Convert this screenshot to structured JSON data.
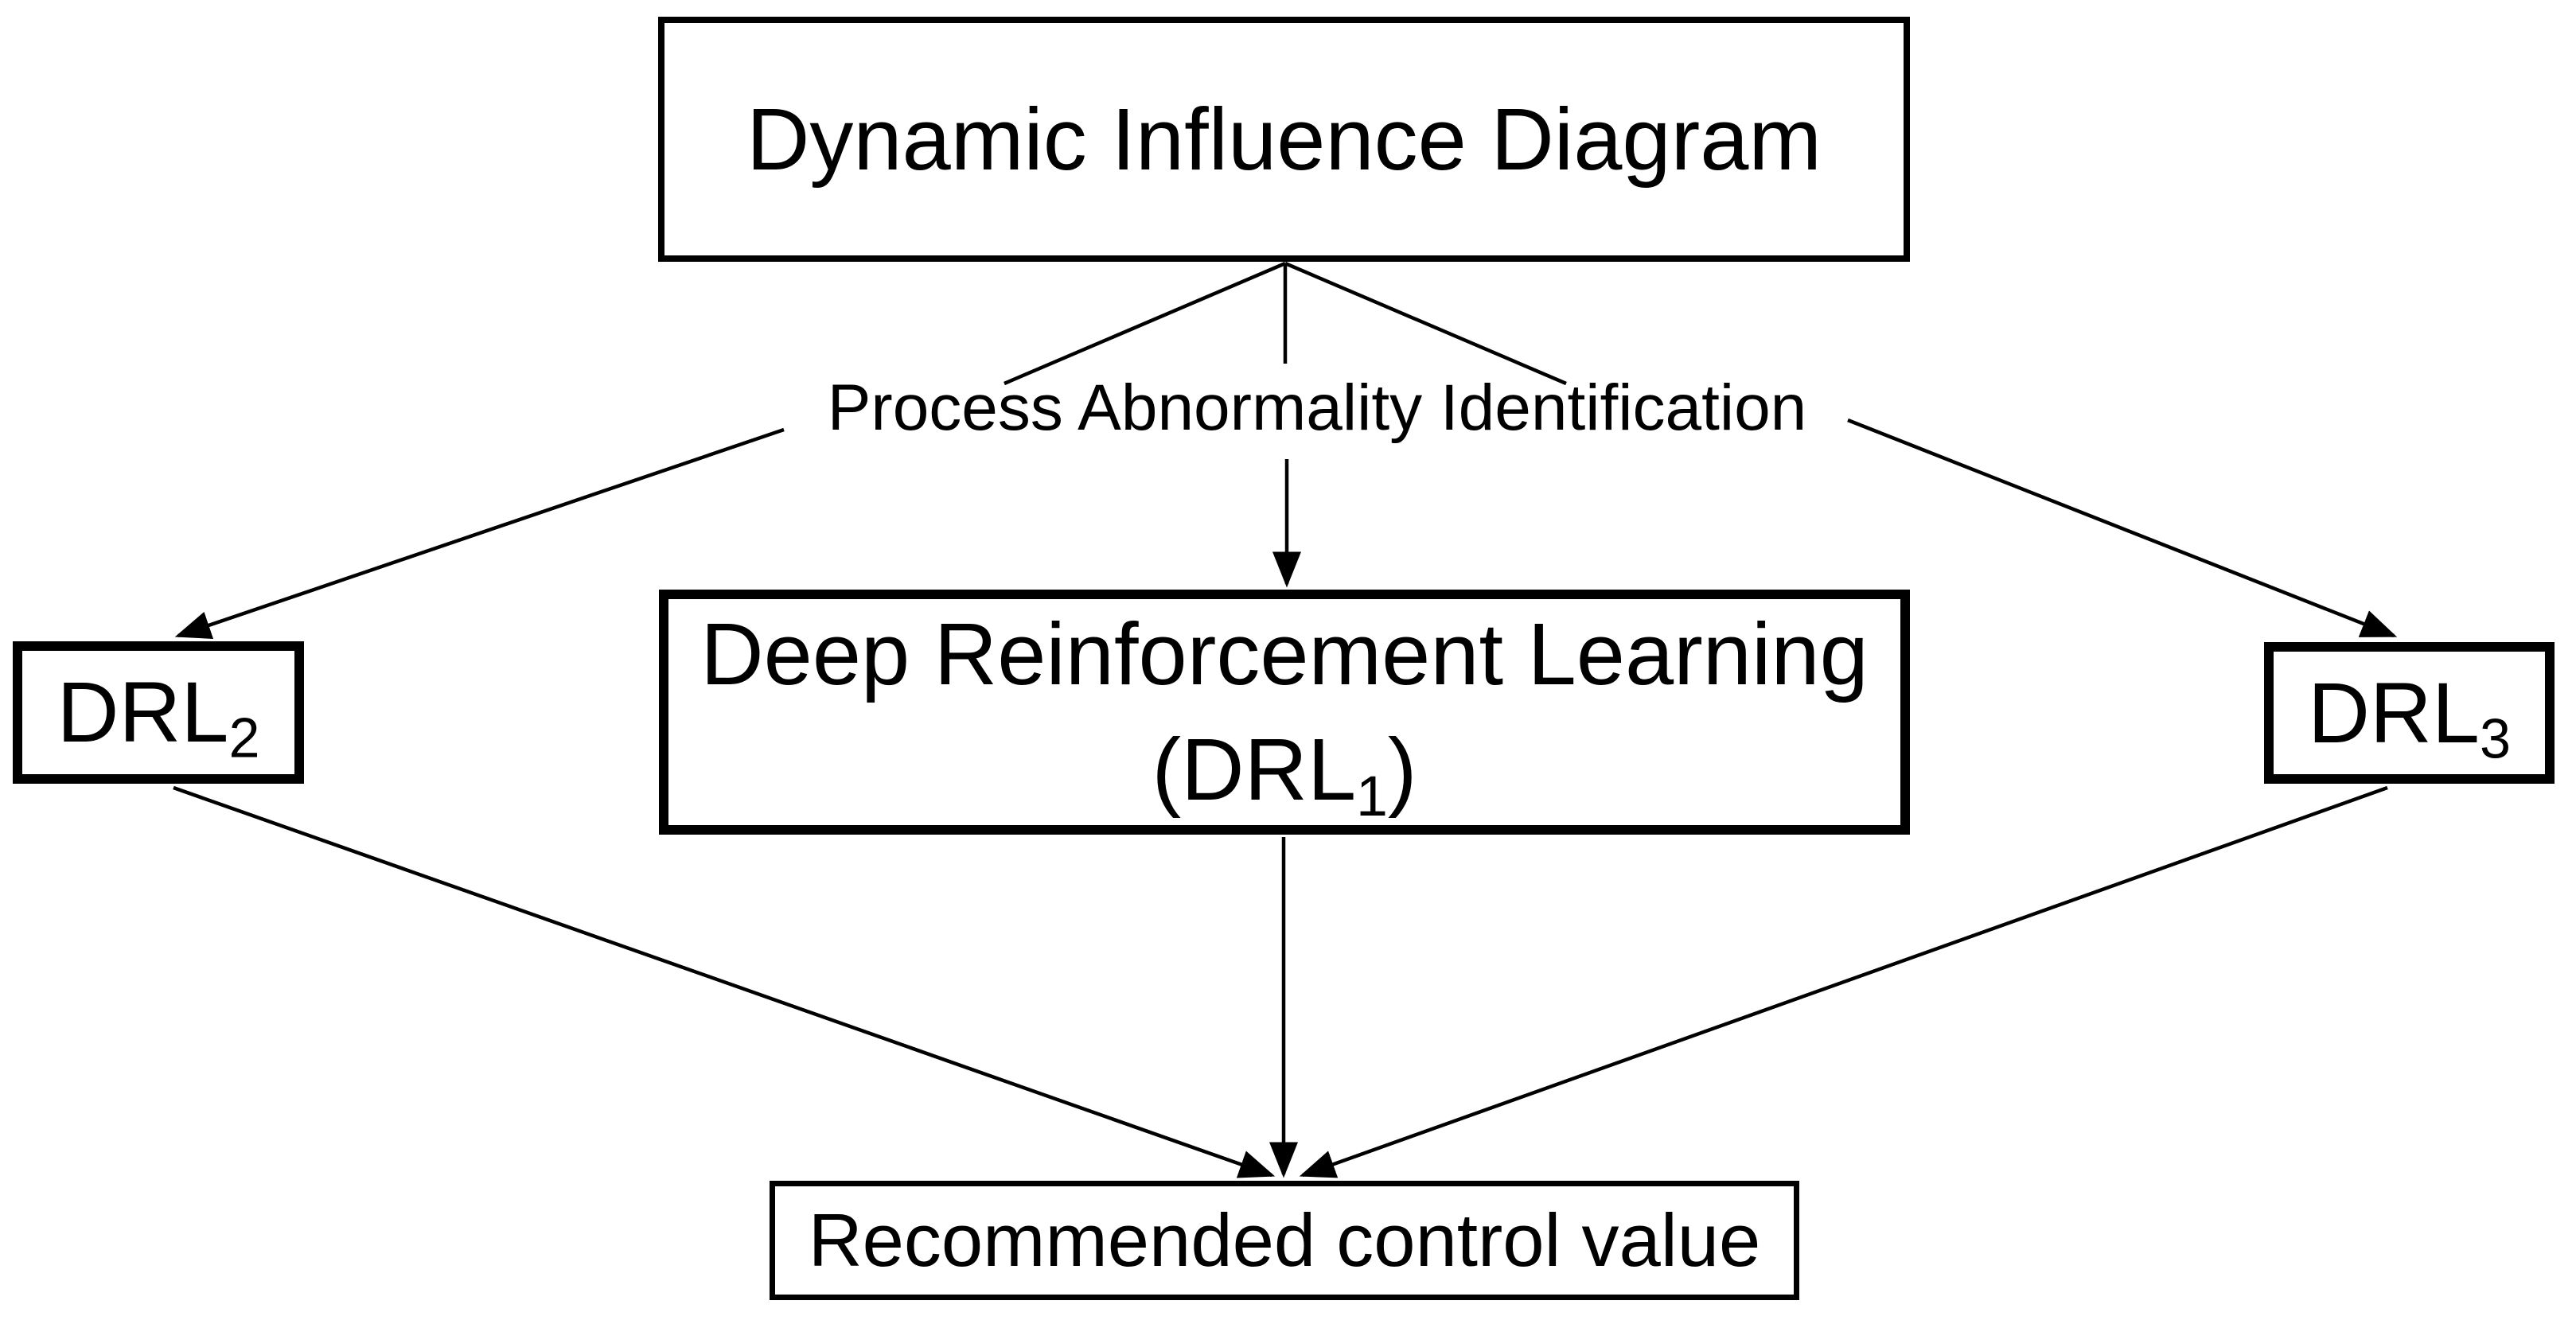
{
  "diagram": {
    "background_color": "#ffffff",
    "stroke_color": "#000000",
    "nodes": {
      "dynamic_influence_diagram": {
        "label": "Dynamic Influence Diagram"
      },
      "process_abnormality": {
        "label": "Process Abnormality Identification"
      },
      "drl1": {
        "line1": "Deep Reinforcement Learning",
        "line2_prefix": "(DRL",
        "line2_subscript": "1",
        "line2_suffix": ")"
      },
      "drl2": {
        "base": "DRL",
        "subscript": "2"
      },
      "drl3": {
        "base": "DRL",
        "subscript": "3"
      },
      "recommended_control_value": {
        "label": "Recommended control value"
      }
    },
    "edges": [
      {
        "from": "dynamic_influence_diagram",
        "to": "process_abnormality",
        "arrowhead": false
      },
      {
        "from": "process_abnormality",
        "to": "drl2",
        "arrowhead": true
      },
      {
        "from": "process_abnormality",
        "to": "drl1",
        "arrowhead": true
      },
      {
        "from": "process_abnormality",
        "to": "drl3",
        "arrowhead": true
      },
      {
        "from": "drl2",
        "to": "recommended_control_value",
        "arrowhead": true
      },
      {
        "from": "drl1",
        "to": "recommended_control_value",
        "arrowhead": true
      },
      {
        "from": "drl3",
        "to": "recommended_control_value",
        "arrowhead": true
      }
    ]
  }
}
